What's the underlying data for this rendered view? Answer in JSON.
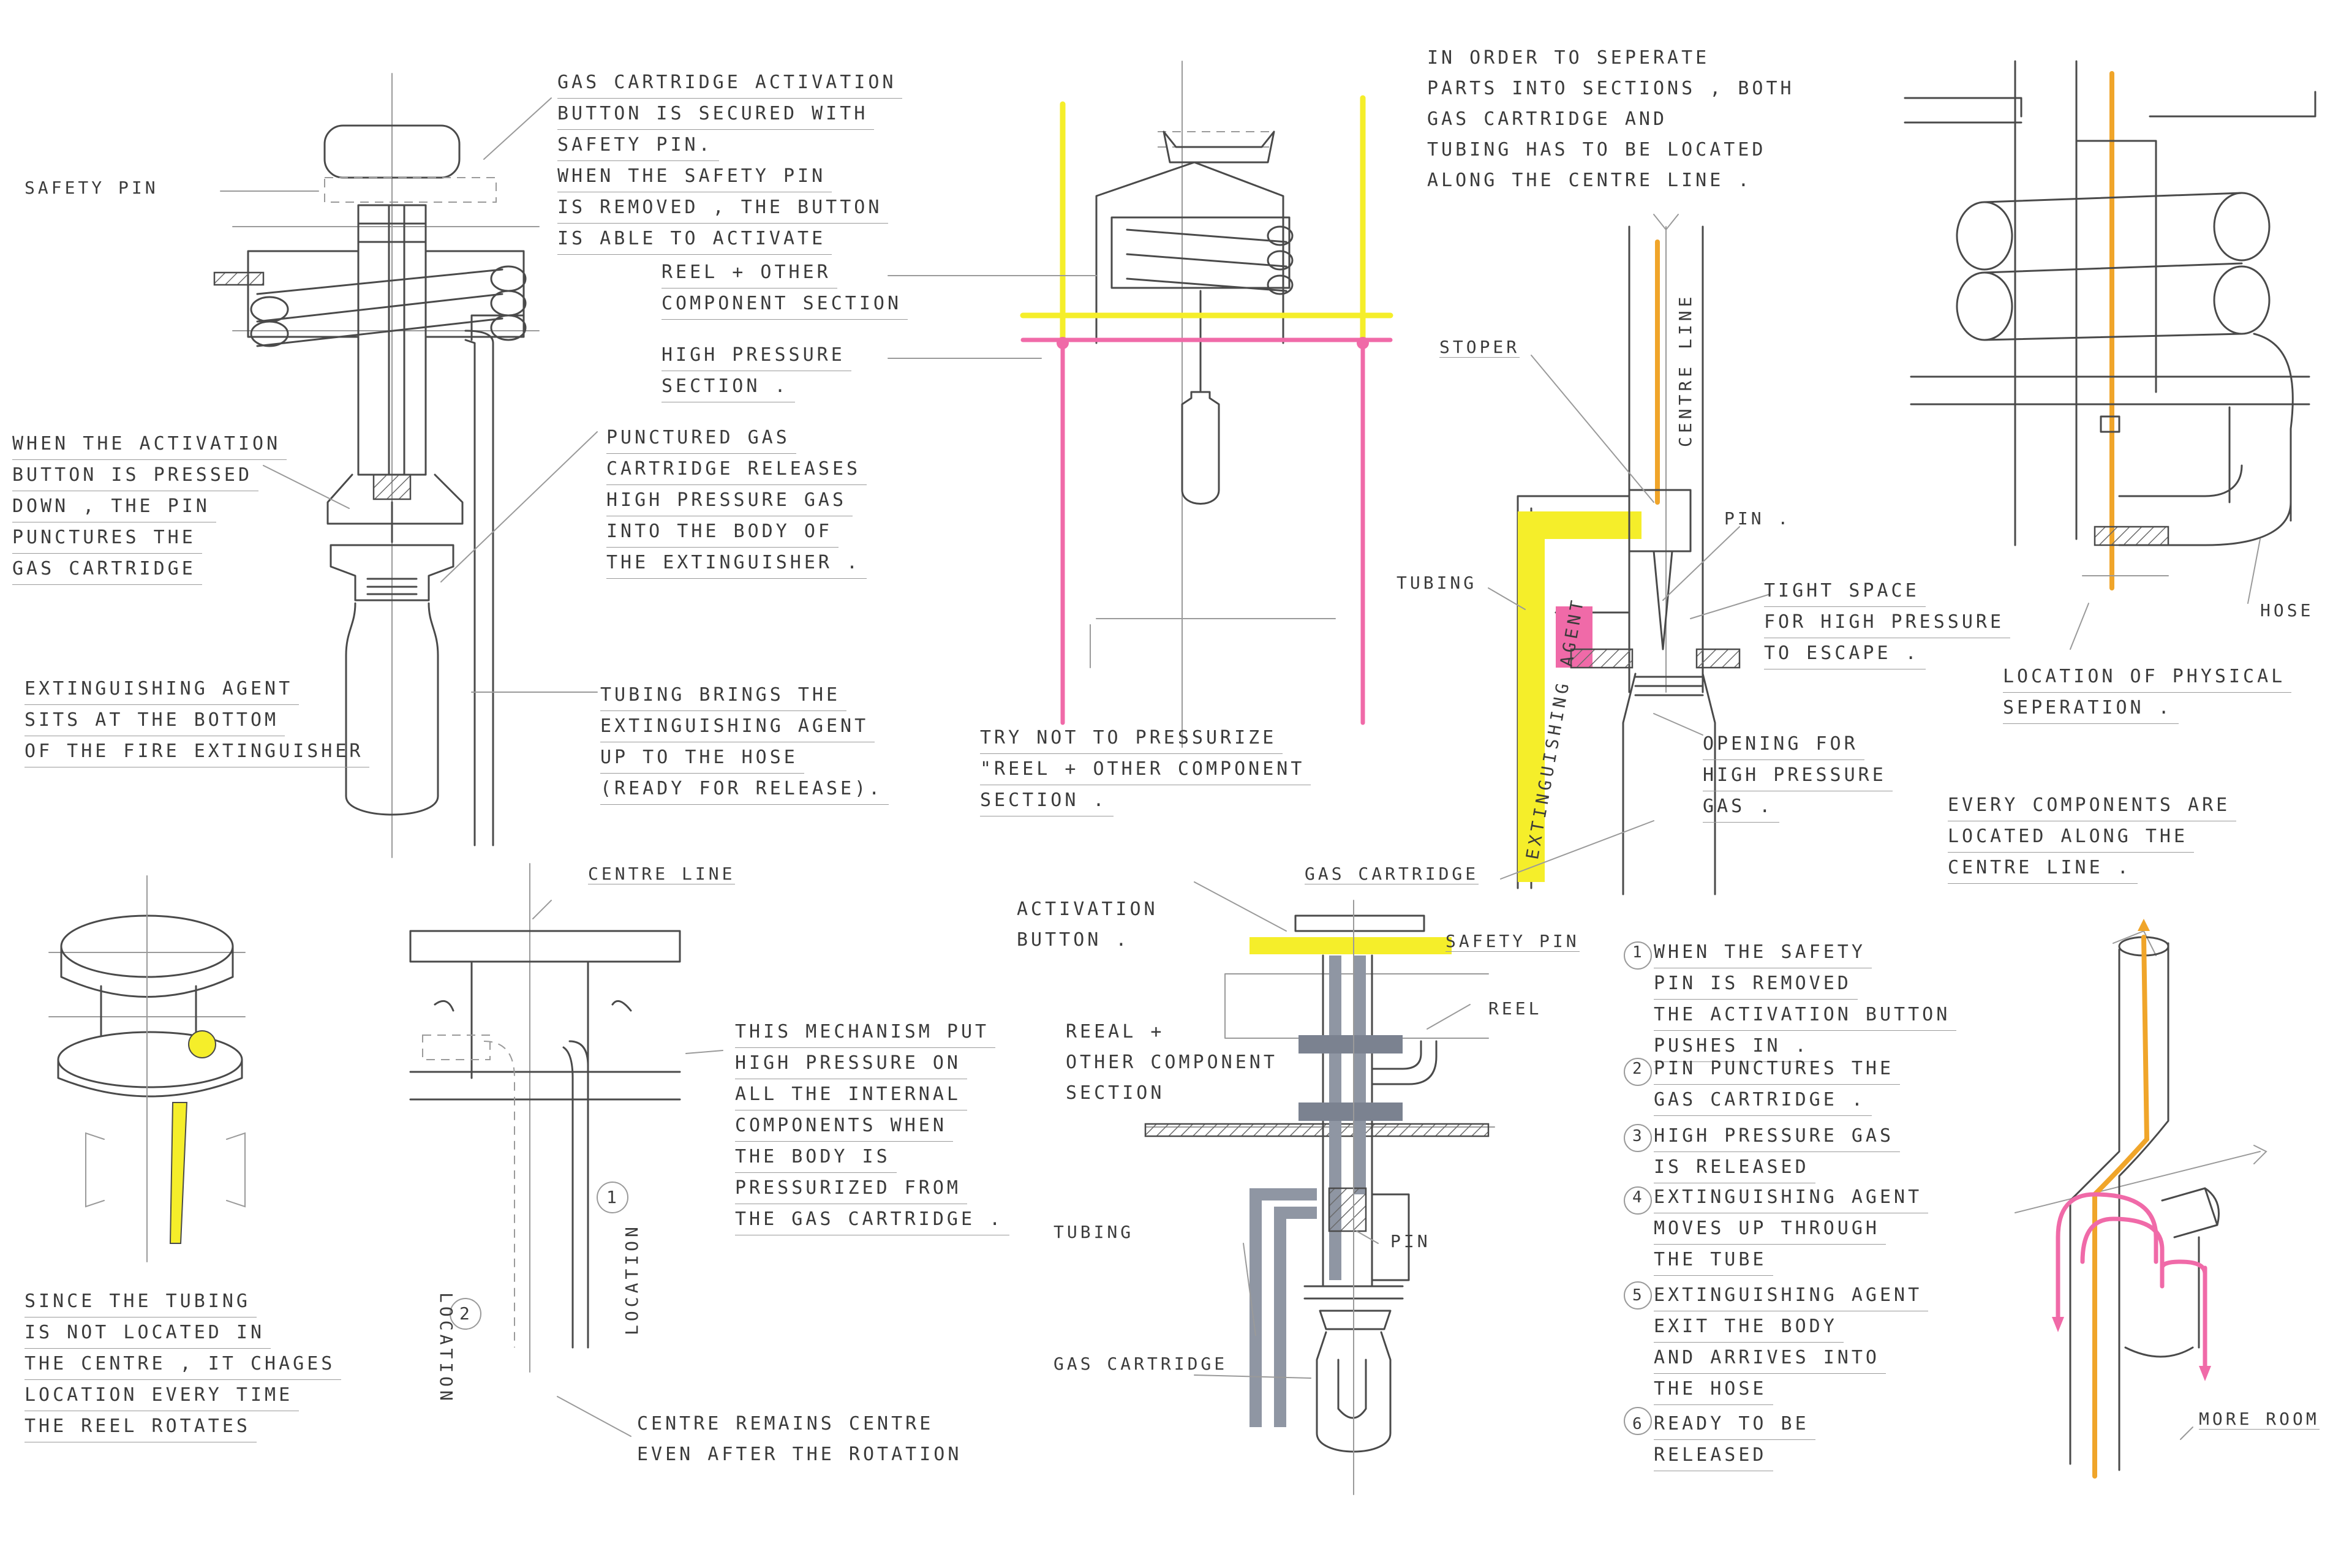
{
  "colors": {
    "pencil": "#4a4a4a",
    "light": "#9a9a9a",
    "highlight_yellow": "#f5ee2a",
    "highlight_pink": "#f06aa8",
    "highlight_orange": "#f0a52a",
    "grey_fill": "#8f96a3"
  },
  "notes": {
    "activation_button": [
      "GAS CARTRIDGE ACTIVATION",
      "BUTTON IS SECURED WITH",
      "SAFETY PIN.",
      "WHEN THE SAFETY PIN",
      "IS REMOVED , THE BUTTON",
      "IS ABLE TO ACTIVATE"
    ],
    "safety_pin": "SAFETY PIN",
    "pressed_down": [
      "WHEN THE ACTIVATION",
      "BUTTON IS PRESSED",
      "DOWN , THE PIN",
      "PUNCTURES THE",
      "GAS CARTRIDGE"
    ],
    "punctured": [
      "PUNCTURED GAS",
      "CARTRIDGE RELEASES",
      "HIGH PRESSURE GAS",
      "INTO THE BODY OF",
      "THE EXTINGUISHER ."
    ],
    "extinguishing_agent": [
      "EXTINGUISHING AGENT",
      "SITS AT THE BOTTOM",
      "OF THE FIRE EXTINGUISHER"
    ],
    "tubing_brings": [
      "TUBING BRINGS THE",
      "EXTINGUISHING AGENT",
      "UP TO THE HOSE",
      "(READY FOR RELEASE)."
    ],
    "reel_section": [
      "REEL + OTHER",
      "COMPONENT SECTION"
    ],
    "high_pressure_section": [
      "HIGH PRESSURE",
      "SECTION ."
    ],
    "try_not": [
      "TRY NOT TO PRESSURIZE",
      "\"REEL + OTHER COMPONENT",
      "SECTION ."
    ],
    "separate": [
      "IN ORDER TO SEPERATE",
      "PARTS INTO SECTIONS , BOTH",
      "GAS CARTRIDGE AND",
      "TUBING HAS TO BE LOCATED",
      "ALONG THE CENTRE LINE ."
    ],
    "stoper": "STOPER",
    "centre_line_vertical": "CENTRE LINE",
    "pin": "PIN .",
    "tubing": "TUBING",
    "agent_vertical": "EXTINGUISHING AGENT",
    "tight_space": [
      "TIGHT SPACE",
      "FOR HIGH PRESSURE",
      "TO ESCAPE ."
    ],
    "opening": [
      "OPENING FOR",
      "HIGH PRESSURE",
      "GAS ."
    ],
    "gas_cartridge": "GAS CARTRIDGE",
    "hose": "HOSE",
    "physical_sep": [
      "LOCATION OF PHYSICAL",
      "SEPERATION ."
    ],
    "every_components": [
      "EVERY COMPONENTS ARE",
      "LOCATED ALONG THE",
      "CENTRE LINE ."
    ],
    "tubing_not_centre": [
      "SINCE THE TUBING",
      "IS NOT LOCATED IN",
      "THE CENTRE , IT CHAGES",
      "LOCATION EVERY TIME",
      "THE REEL ROTATES"
    ],
    "centre_line_top": "CENTRE LINE",
    "location_1": "LOCATION",
    "location_2": "LOCATION",
    "circle_1": "1",
    "circle_2": "2",
    "mechanism": [
      "THIS MECHANISM PUT",
      "HIGH PRESSURE ON",
      "ALL THE INTERNAL",
      "COMPONENTS WHEN",
      "THE BODY IS",
      "PRESSURIZED FROM",
      "THE GAS CARTRIDGE ."
    ],
    "centre_remains": [
      "CENTRE REMAINS CENTRE",
      "EVEN AFTER THE ROTATION"
    ],
    "activation_button_label": [
      "ACTIVATION",
      "BUTTON ."
    ],
    "safety_pin_b": "SAFETY PIN",
    "reel_b": "REEL",
    "reel_other": [
      "REEAL +",
      "OTHER COMPONENT",
      "SECTION"
    ],
    "tubing_b": "TUBING",
    "pin_b": "PIN",
    "gas_cartridge_b": "GAS CARTRIDGE",
    "more_room": "MORE ROOM"
  },
  "steps": [
    {
      "num": "1",
      "lines": [
        "WHEN THE SAFETY",
        "PIN IS REMOVED",
        "THE ACTIVATION BUTTON",
        "PUSHES IN ."
      ]
    },
    {
      "num": "2",
      "lines": [
        "PIN PUNCTURES THE",
        "GAS CARTRIDGE ."
      ]
    },
    {
      "num": "3",
      "lines": [
        "HIGH PRESSURE GAS",
        "IS RELEASED"
      ]
    },
    {
      "num": "4",
      "lines": [
        "EXTINGUISHING AGENT",
        "MOVES UP THROUGH",
        "THE TUBE"
      ]
    },
    {
      "num": "5",
      "lines": [
        "EXTINGUISHING AGENT",
        "EXIT THE BODY",
        "AND ARRIVES INTO",
        "THE HOSE"
      ]
    },
    {
      "num": "6",
      "lines": [
        "READY TO BE",
        "RELEASED"
      ]
    }
  ]
}
